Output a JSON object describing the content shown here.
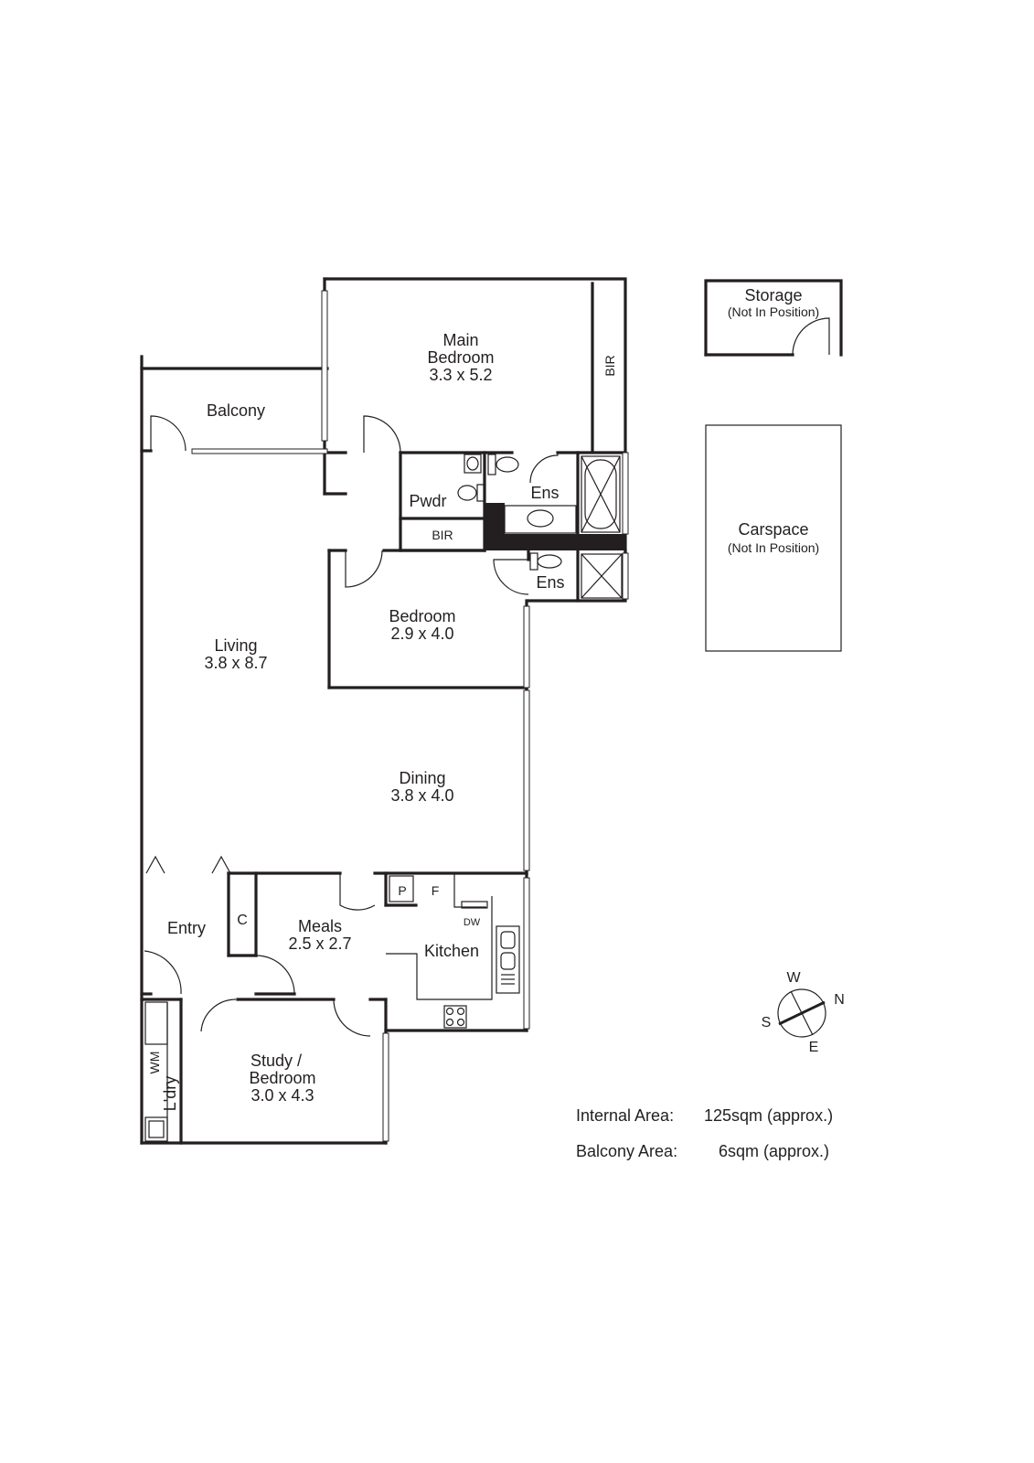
{
  "rooms": {
    "main_bedroom": {
      "name_line1": "Main",
      "name_line2": "Bedroom",
      "size": "3.3 x 5.2"
    },
    "balcony": {
      "name": "Balcony"
    },
    "living": {
      "name": "Living",
      "size": "3.8 x 8.7"
    },
    "bedroom": {
      "name": "Bedroom",
      "size": "2.9 x 4.0"
    },
    "dining": {
      "name": "Dining",
      "size": "3.8 x 4.0"
    },
    "meals": {
      "name": "Meals",
      "size": "2.5 x 2.7"
    },
    "kitchen": {
      "name": "Kitchen"
    },
    "entry": {
      "name": "Entry"
    },
    "study": {
      "name_line1": "Study /",
      "name_line2": "Bedroom",
      "size": "3.0 x 4.3"
    },
    "laundry": {
      "name": "L'dry"
    },
    "powder": {
      "name": "Pwdr"
    },
    "ensuite_main": {
      "name": "Ens"
    },
    "ensuite_bedroom": {
      "name": "Ens"
    },
    "storage": {
      "name": "Storage",
      "note": "(Not In Position)"
    },
    "carspace": {
      "name": "Carspace",
      "note": "(Not In Position)"
    }
  },
  "fixtures": {
    "bir_main": "BIR",
    "bir_hall": "BIR",
    "coat_cupboard": "C",
    "pantry": "P",
    "fridge": "F",
    "dishwasher": "DW",
    "washing_machine": "WM"
  },
  "compass": {
    "north": "N",
    "south": "S",
    "east": "E",
    "west": "W"
  },
  "areas": [
    {
      "label": "Internal Area:",
      "value": "125sqm (approx.)"
    },
    {
      "label": "Balcony Area:",
      "value": "6sqm (approx.)"
    }
  ]
}
